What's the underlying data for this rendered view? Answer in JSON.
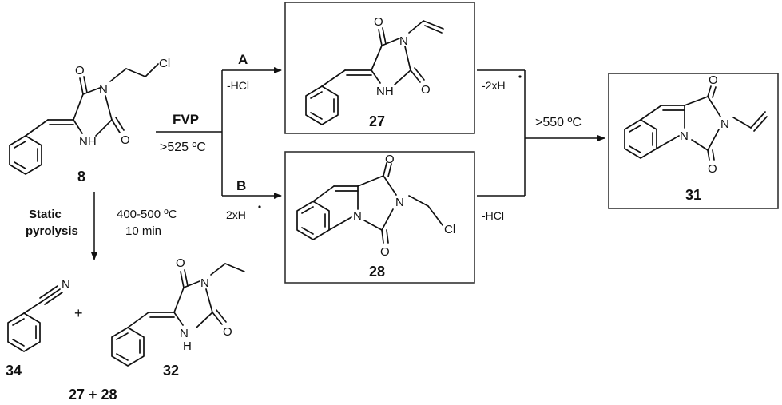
{
  "conditions": {
    "fvp": "FVP",
    "fvp_temp": ">525 ºC",
    "path_a_label": "A",
    "path_a_loss": "-HCl",
    "path_b_label": "B",
    "path_b_loss": "2xH",
    "step_27_to_31": "-2xH",
    "step_28_to_31": "-HCl",
    "final_temp": ">550 ºC",
    "static_line1": "Static",
    "static_line2": "pyrolysis",
    "static_temp": "400-500 ºC",
    "static_time": "10 min",
    "plus": "+"
  },
  "compounds": {
    "c8": "8",
    "c27": "27",
    "c28": "28",
    "c31": "31",
    "c34": "34",
    "c32": "32",
    "byproducts": "27 + 28"
  },
  "atoms": {
    "O": "O",
    "N": "N",
    "NH": "NH",
    "H": "H",
    "Cl": "Cl"
  }
}
